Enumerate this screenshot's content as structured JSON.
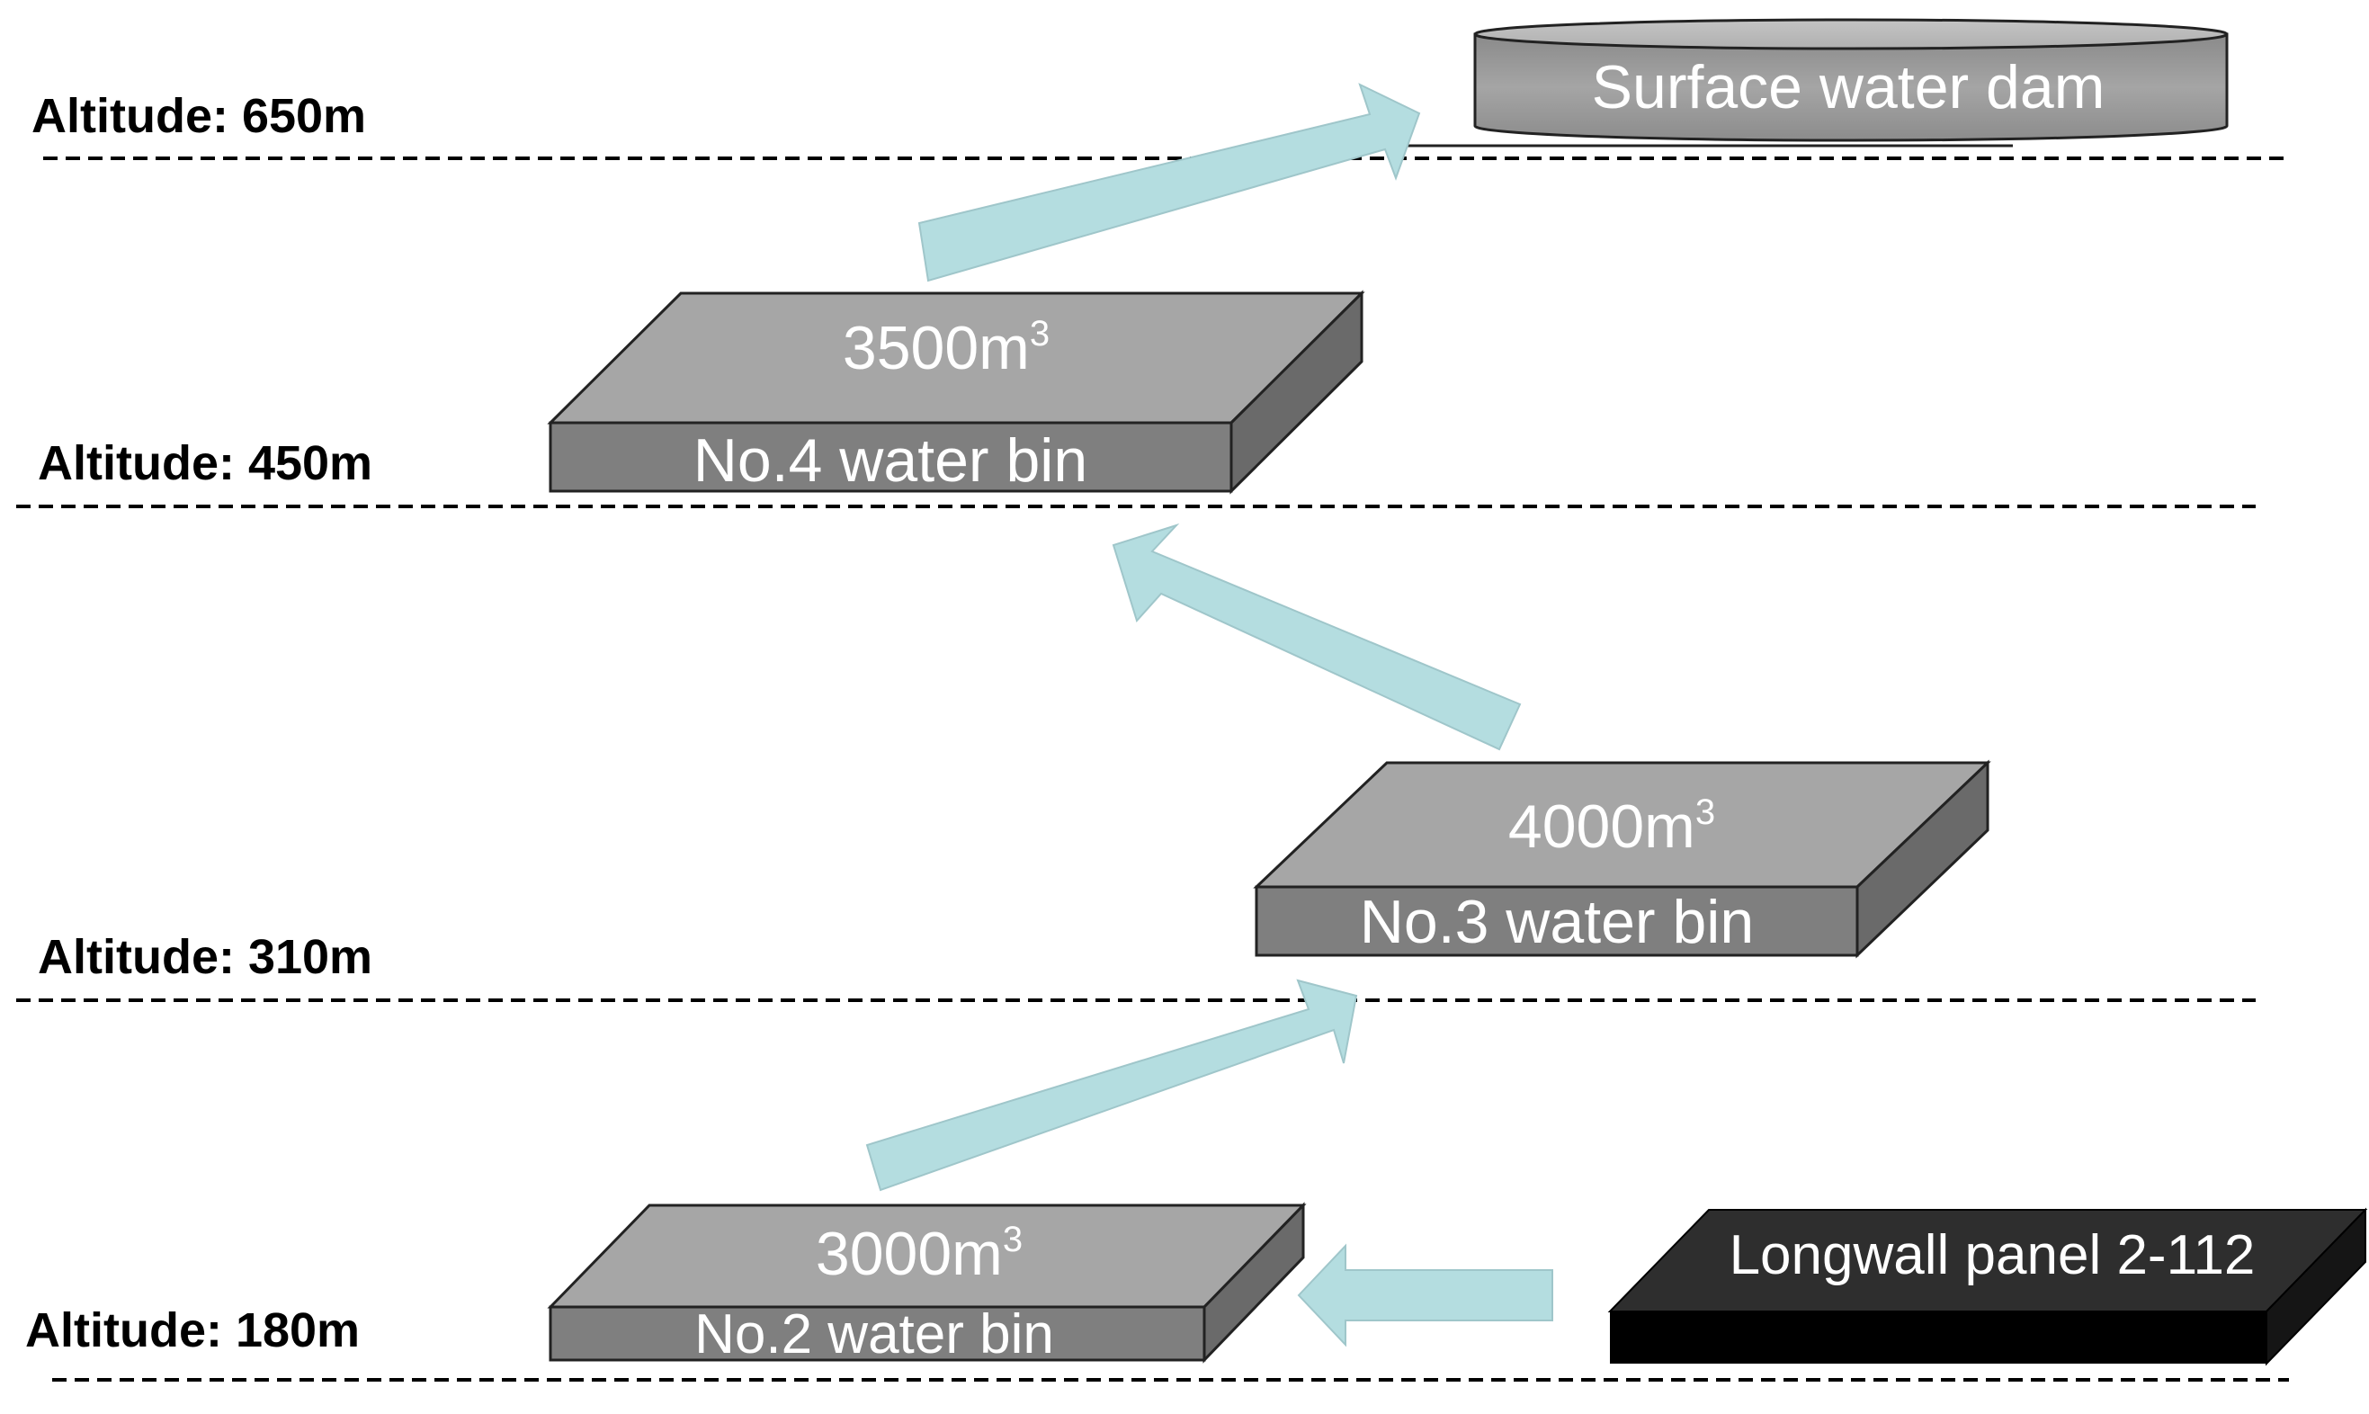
{
  "altitude_levels": [
    {
      "label": "Altitude: 650m"
    },
    {
      "label": "Altitude: 450m"
    },
    {
      "label": "Altitude: 310m"
    },
    {
      "label": "Altitude: 180m"
    }
  ],
  "bins": {
    "no4": {
      "capacity_number": "3500m",
      "capacity_sup": "3",
      "name": "No.4 water bin"
    },
    "no3": {
      "capacity_number": "4000m",
      "capacity_sup": "3",
      "name": "No.3 water bin"
    },
    "no2": {
      "capacity_number": "3000m",
      "capacity_sup": "3",
      "name": "No.2 water bin"
    }
  },
  "dam": {
    "name": "Surface water dam"
  },
  "panel": {
    "name": "Longwall panel 2-112"
  },
  "colors": {
    "bin_top": "#a6a6a6",
    "bin_front": "#7f7f7f",
    "bin_side": "#6a6a6a",
    "panel_top": "#2e2e2e",
    "panel_front": "#000000",
    "panel_side": "#151515",
    "arrow_fill": "#b4dde0",
    "dam_body": "#9e9e9e"
  },
  "flows": [
    {
      "from": "Longwall panel 2-112",
      "to": "No.2 water bin"
    },
    {
      "from": "No.2 water bin",
      "to": "No.3 water bin"
    },
    {
      "from": "No.3 water bin",
      "to": "No.4 water bin"
    },
    {
      "from": "No.4 water bin",
      "to": "Surface water dam"
    }
  ]
}
